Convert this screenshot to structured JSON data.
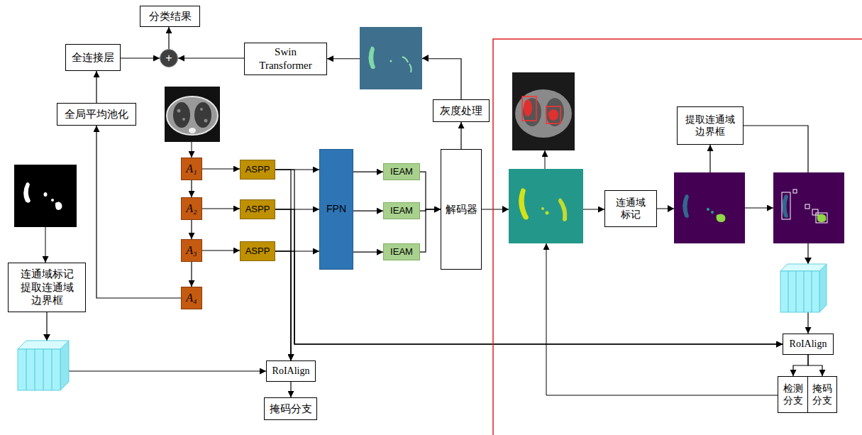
{
  "diagram": {
    "nodes": [
      {
        "text": [
          "分类结果"
        ]
      },
      {
        "text": [
          "全连接层"
        ]
      },
      {
        "text": [
          "+"
        ]
      },
      {
        "text": [
          "Swin Transformer"
        ]
      },
      {
        "text": [
          "灰度处理"
        ]
      },
      {
        "text": [
          "全局平均池化"
        ]
      },
      {
        "text": [
          "A₁"
        ]
      },
      {
        "text": [
          "ASPP"
        ]
      },
      {
        "text": [
          "FPN"
        ]
      },
      {
        "text": [
          "IEAM"
        ]
      },
      {
        "text": [
          "解码器"
        ]
      },
      {
        "text": [
          "A₂"
        ]
      },
      {
        "text": [
          "ASPP"
        ]
      },
      {
        "text": [
          "IEAM"
        ]
      },
      {
        "text": [
          "连通域 标记"
        ]
      },
      {
        "text": [
          "提取连通域 边界框"
        ]
      },
      {
        "text": [
          "A₃"
        ]
      },
      {
        "text": [
          "ASPP"
        ]
      },
      {
        "text": [
          "IEAM"
        ]
      },
      {
        "text": [
          "连通域标记 提取连通域 边界框"
        ]
      },
      {
        "text": [
          "A₄"
        ]
      },
      {
        "text": [
          "RoIAlign"
        ]
      },
      {
        "text": [
          "RoIAlign"
        ]
      },
      {
        "text": [
          "检测 分支"
        ]
      },
      {
        "text": [
          "掩码 分支"
        ]
      },
      {
        "text": [
          "掩码分支"
        ]
      }
    ],
    "edges": [
      {
        "from": 2,
        "to": 0,
        "arrow": "to"
      },
      {
        "from": 1,
        "to": 2,
        "arrow": "to"
      },
      {
        "from": 3,
        "to": 2,
        "arrow": "to"
      },
      {
        "from": 4,
        "to": 3,
        "arrow": "to"
      },
      {
        "from": 6,
        "to": 11,
        "arrow": "to"
      },
      {
        "from": 11,
        "to": 16,
        "arrow": "to"
      },
      {
        "from": 16,
        "to": 20,
        "arrow": "to"
      },
      {
        "from": 6,
        "to": 7,
        "arrow": "to"
      },
      {
        "from": 11,
        "to": 12,
        "arrow": "to"
      },
      {
        "from": 16,
        "to": 17,
        "arrow": "to"
      },
      {
        "from": 7,
        "to": 8,
        "arrow": "to"
      },
      {
        "from": 12,
        "to": 8,
        "arrow": "to"
      },
      {
        "from": 17,
        "to": 8,
        "arrow": "to"
      },
      {
        "from": 8,
        "to": 9,
        "arrow": "to"
      },
      {
        "from": 8,
        "to": 13,
        "arrow": "to"
      },
      {
        "from": 8,
        "to": 18,
        "arrow": "to"
      },
      {
        "from": 9,
        "to": 10,
        "arrow": "to"
      },
      {
        "from": 13,
        "to": 10,
        "arrow": "to"
      },
      {
        "from": 18,
        "to": 10,
        "arrow": "to"
      },
      {
        "from": 10,
        "to": 4,
        "arrow": "to"
      },
      {
        "from": 20,
        "to": 5,
        "arrow": "to"
      },
      {
        "from": 5,
        "to": 1,
        "arrow": "to"
      },
      {
        "from": 10,
        "to": 14,
        "arrow": "to"
      },
      {
        "from": 14,
        "to": 15,
        "arrow": "to"
      },
      {
        "from": 15,
        "to": 21,
        "arrow": "to"
      },
      {
        "from": 19,
        "to": 22,
        "arrow": "to"
      },
      {
        "from": 22,
        "to": 25,
        "arrow": "to"
      },
      {
        "from": 7,
        "to": 22,
        "arrow": "to"
      },
      {
        "from": 12,
        "to": 22,
        "arrow": "to"
      },
      {
        "from": 17,
        "to": 22,
        "arrow": "to"
      },
      {
        "from": 7,
        "to": 21,
        "arrow": "to"
      },
      {
        "from": 12,
        "to": 21,
        "arrow": "to"
      },
      {
        "from": 17,
        "to": 21,
        "arrow": "to"
      },
      {
        "from": 21,
        "to": 23,
        "arrow": "to"
      },
      {
        "from": 21,
        "to": 24,
        "arrow": "to"
      }
    ]
  }
}
